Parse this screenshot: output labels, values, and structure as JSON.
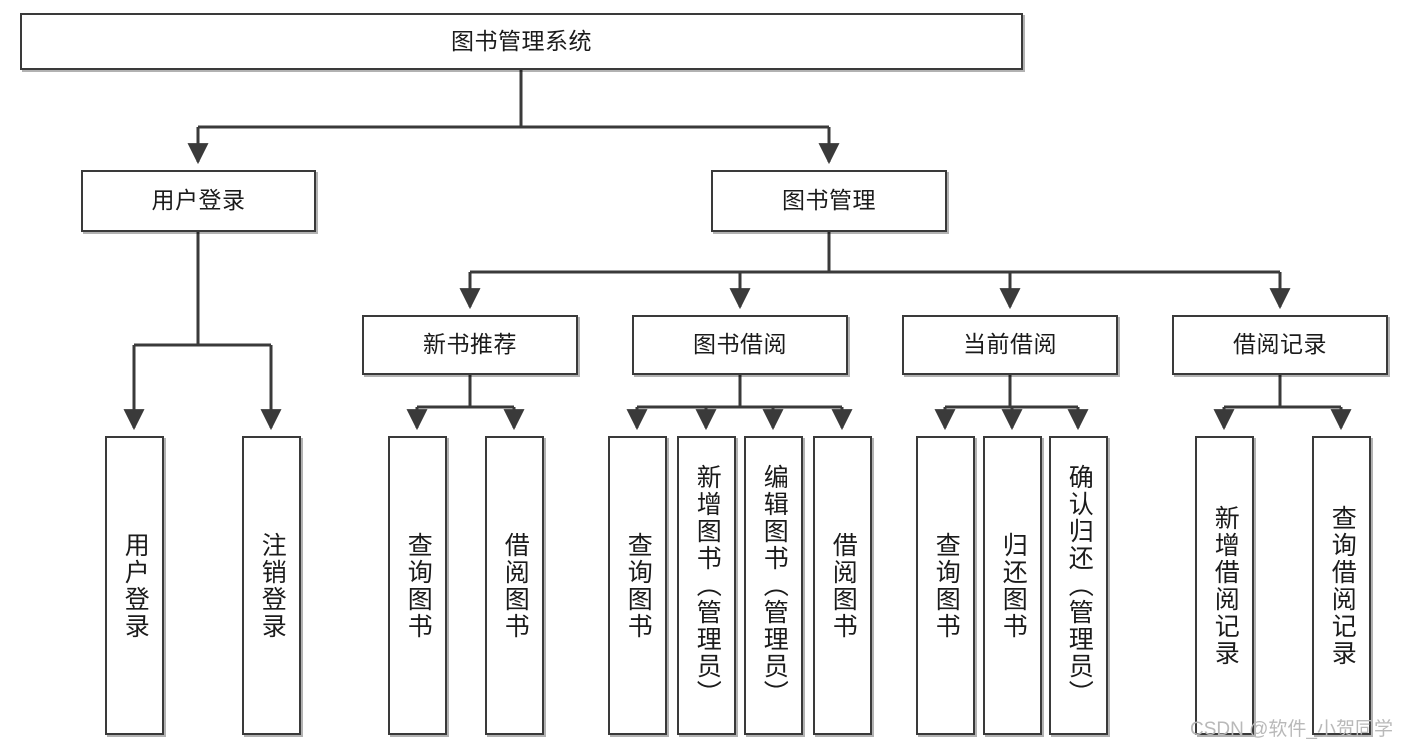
{
  "diagram": {
    "type": "tree-hierarchy",
    "title": "图书管理系统",
    "root": {
      "label": "图书管理系统"
    },
    "level2": [
      {
        "label": "用户登录"
      },
      {
        "label": "图书管理"
      }
    ],
    "level3": [
      {
        "label": "新书推荐"
      },
      {
        "label": "图书借阅"
      },
      {
        "label": "当前借阅"
      },
      {
        "label": "借阅记录"
      }
    ],
    "leaves": {
      "user_login": [
        {
          "label": "用户登录"
        },
        {
          "label": "注销登录"
        }
      ],
      "new_book_recommend": [
        {
          "label": "查询图书"
        },
        {
          "label": "借阅图书"
        }
      ],
      "book_borrow": [
        {
          "label": "查询图书"
        },
        {
          "label": "新增图书（管理员）"
        },
        {
          "label": "编辑图书（管理员）"
        },
        {
          "label": "借阅图书"
        }
      ],
      "current_borrow": [
        {
          "label": "查询图书"
        },
        {
          "label": "归还图书"
        },
        {
          "label": "确认归还（管理员）"
        }
      ],
      "borrow_record": [
        {
          "label": "新增借阅记录"
        },
        {
          "label": "查询借阅记录"
        }
      ]
    }
  },
  "watermark": {
    "text": "CSDN @软件_小贺同学"
  },
  "colors": {
    "stroke": "#3a3a3a",
    "box_fill": "#ffffff",
    "text": "#1b1b1b",
    "watermark": "#b9b9b9"
  }
}
